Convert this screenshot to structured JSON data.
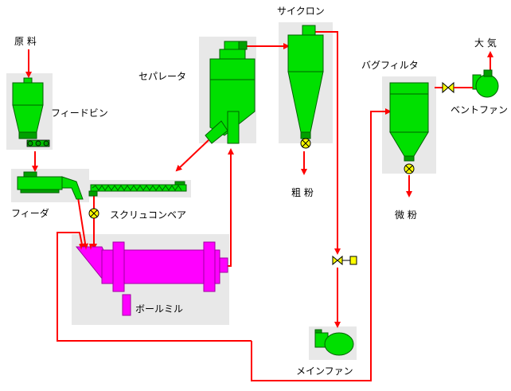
{
  "labels": {
    "raw_material": "原 料",
    "feed_bin": "フィードビン",
    "feeder": "フィーダ",
    "screw_conveyor": "スクリュコンベア",
    "separator": "セパレータ",
    "cyclone": "サイクロン",
    "coarse_powder": "粗 粉",
    "bag_filter": "バグフィルタ",
    "atmosphere": "大 気",
    "vent_fan": "ベントファン",
    "fine_powder": "微 粉",
    "ball_mill": "ボールミル",
    "main_fan": "メインファン"
  },
  "colors": {
    "pipe": "#ff0000",
    "equipment": "#00e000",
    "mill": "#ff00ff",
    "valve": "#ffff00",
    "backdrop": "#e8e8e8"
  }
}
